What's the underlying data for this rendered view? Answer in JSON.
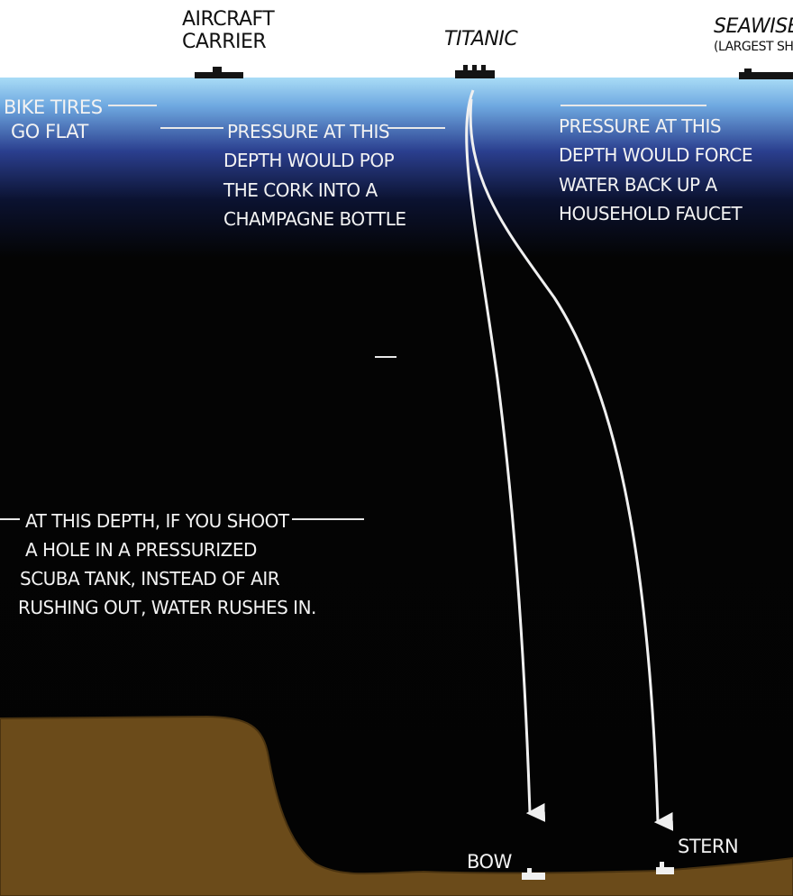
{
  "ships": {
    "aircraft_carrier": [
      "AIRCRAFT",
      "CARRIER"
    ],
    "titanic": "TITANIC",
    "seawise": [
      "SEAWISE",
      "(LARGEST SH"
    ]
  },
  "annotations": {
    "bike_tires": [
      "BIKE TIRES",
      "GO FLAT"
    ],
    "champagne": [
      "PRESSURE AT THIS",
      "DEPTH WOULD POP",
      "THE CORK INTO A",
      "CHAMPAGNE BOTTLE"
    ],
    "faucet": [
      "PRESSURE AT THIS",
      "DEPTH WOULD FORCE",
      "WATER BACK UP A",
      "HOUSEHOLD FAUCET"
    ],
    "scuba": [
      "AT THIS DEPTH, IF YOU SHOOT",
      "A HOLE IN A PRESSURIZED",
      "SCUBA TANK, INSTEAD OF AIR",
      "RUSHING OUT, WATER RUSHES IN."
    ]
  },
  "wreck": {
    "bow": "BOW",
    "stern": "STERN"
  },
  "colors": {
    "sky": "#ffffff",
    "surface_water": "#9fd3f2",
    "mid_water": "#2a3f8c",
    "deep_water": "#030303",
    "seafloor": "#6b4b1a",
    "seafloor_dark": "#5a3d12",
    "ink": "#111111",
    "chalk": "#f0f0f0"
  }
}
